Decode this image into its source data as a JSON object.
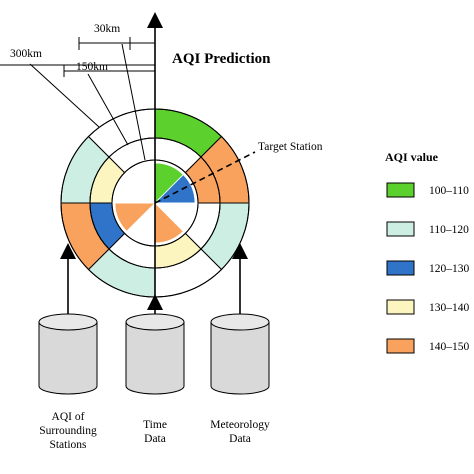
{
  "title": "AQI Prediction",
  "target_label": "Target Station",
  "radius_labels": [
    "30km",
    "150km",
    "300km"
  ],
  "legend": {
    "title": "AQI value",
    "items": [
      {
        "label": "100–110",
        "color": "#5cd12e"
      },
      {
        "label": "110–120",
        "color": "#cdeee3"
      },
      {
        "label": "120–130",
        "color": "#2f74c9"
      },
      {
        "label": "130–140",
        "color": "#fdf5bf"
      },
      {
        "label": "140–150",
        "color": "#f8a25e"
      }
    ]
  },
  "sources": [
    {
      "line1": "AQI of",
      "line2": "Surrounding",
      "line3": "Stations"
    },
    {
      "line1": "Time",
      "line2": "Data",
      "line3": ""
    },
    {
      "line1": "Meteorology",
      "line2": "Data",
      "line3": ""
    }
  ],
  "rings": {
    "inner": [
      "green",
      "blue",
      "white",
      "orange",
      "white",
      "orange",
      "white",
      "white"
    ],
    "middle": [
      "white",
      "orange",
      "white",
      "yellow",
      "white",
      "blue",
      "yellow",
      "white"
    ],
    "outer": [
      "green",
      "orange",
      "lightgreen",
      "white",
      "lightgreen",
      "orange",
      "lightgreen",
      "white"
    ]
  },
  "palette": {
    "green": "#5cd12e",
    "lightgreen": "#cdeee3",
    "blue": "#2f74c9",
    "yellow": "#fdf5bf",
    "orange": "#f8a25e",
    "white": "#ffffff",
    "cylinder": "#d9d9d9"
  }
}
